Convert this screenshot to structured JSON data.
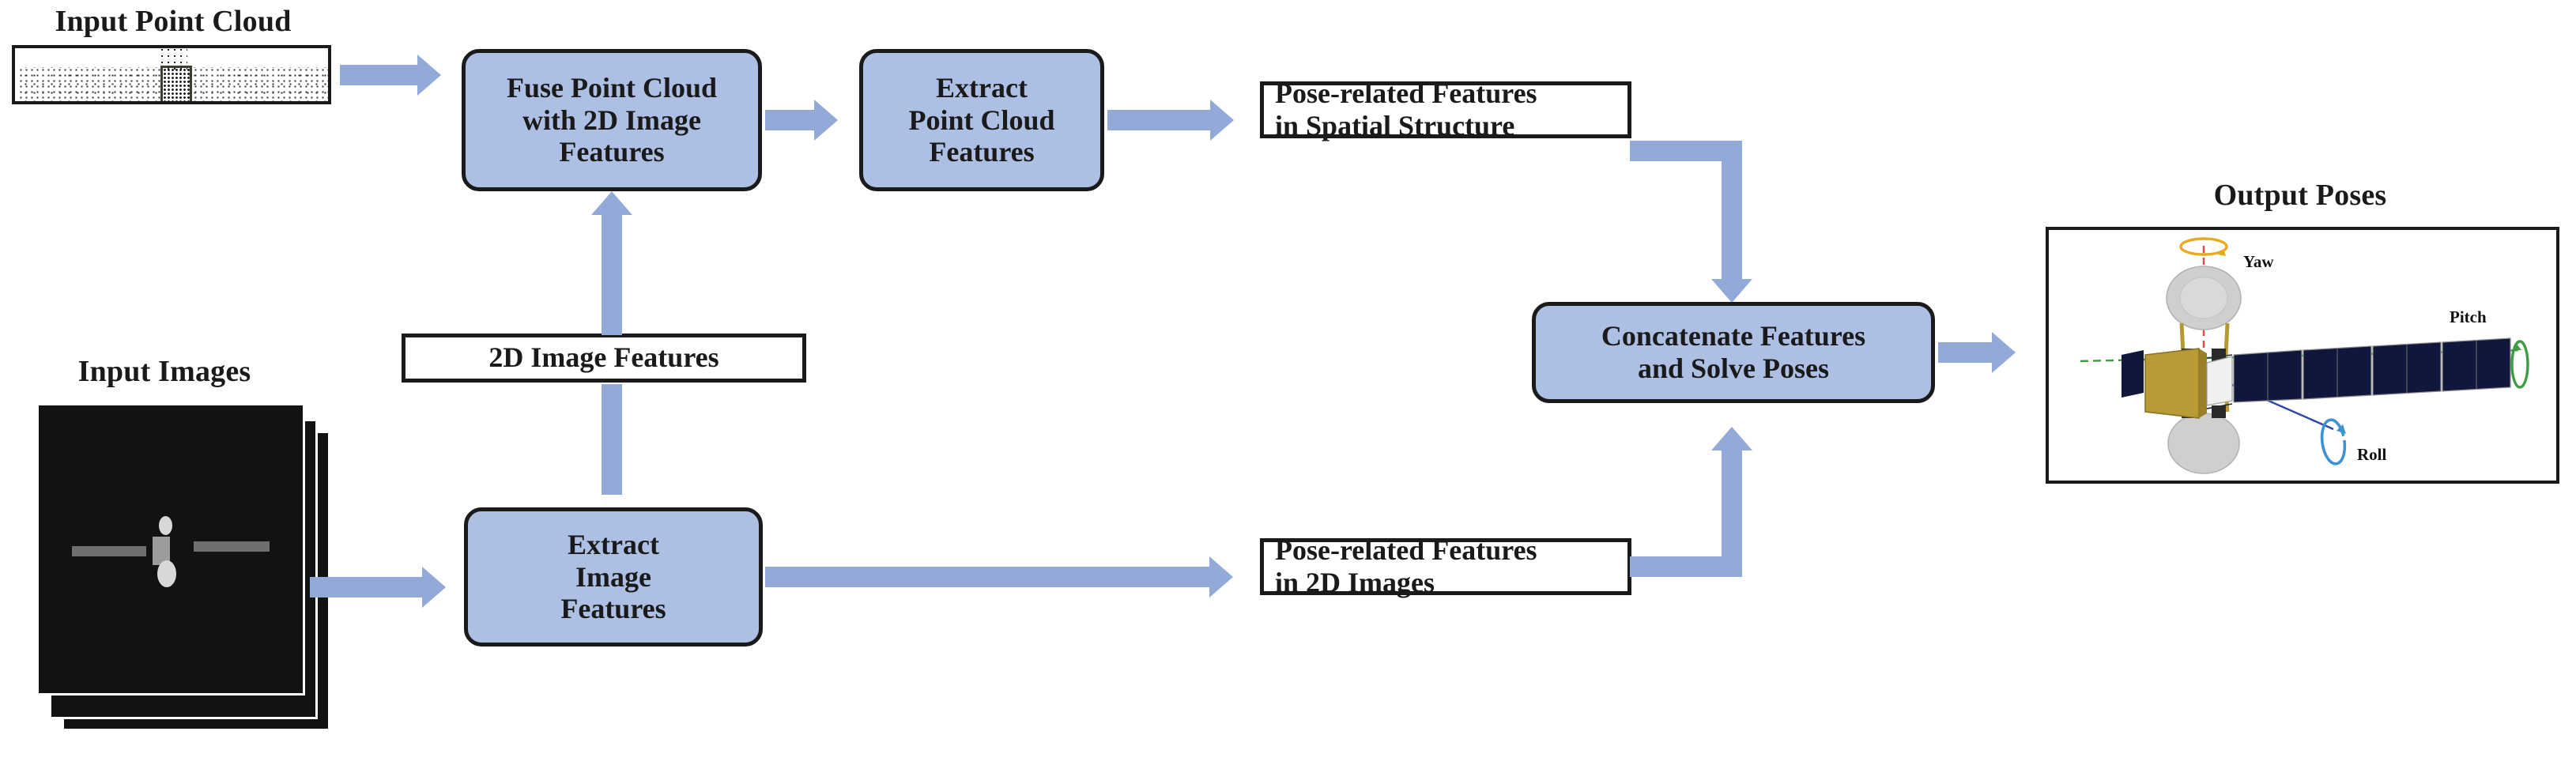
{
  "figure": {
    "kind": "pipeline-flowchart",
    "accent_box_fill": "#adc0e4",
    "arrow_color": "#93aad8",
    "outline_color": "#1a1a1a"
  },
  "titles": {
    "input_point_cloud": "Input Point Cloud",
    "input_images": "Input Images",
    "output_poses": "Output Poses"
  },
  "process_boxes": {
    "fuse": {
      "line1": "Fuse Point Cloud",
      "line2": "with 2D Image",
      "line3": "Features"
    },
    "extract_point_cloud": {
      "line1": "Extract",
      "line2": "Point Cloud",
      "line3": "Features"
    },
    "extract_image": {
      "line1": "Extract",
      "line2": "Image",
      "line3": "Features"
    },
    "concatenate": {
      "line1": "Concatenate Features",
      "line2": "and Solve Poses"
    }
  },
  "data_boxes": {
    "two_d_image_features": {
      "line1": "2D Image Features"
    },
    "pose_spatial": {
      "line1": "Pose-related Features",
      "line2": "in Spatial Structure"
    },
    "pose_2d": {
      "line1": "Pose-related Features",
      "line2": "in 2D Images"
    }
  },
  "pose_axes": [
    {
      "name": "Yaw",
      "color": "#e8a91d"
    },
    {
      "name": "Pitch",
      "color": "#3f9b46"
    },
    {
      "name": "Roll",
      "color": "#3e92d0"
    }
  ],
  "icons": {
    "arrow_right": "arrow-right-icon",
    "arrow_up": "arrow-up-icon",
    "arrow_down": "arrow-down-icon"
  }
}
